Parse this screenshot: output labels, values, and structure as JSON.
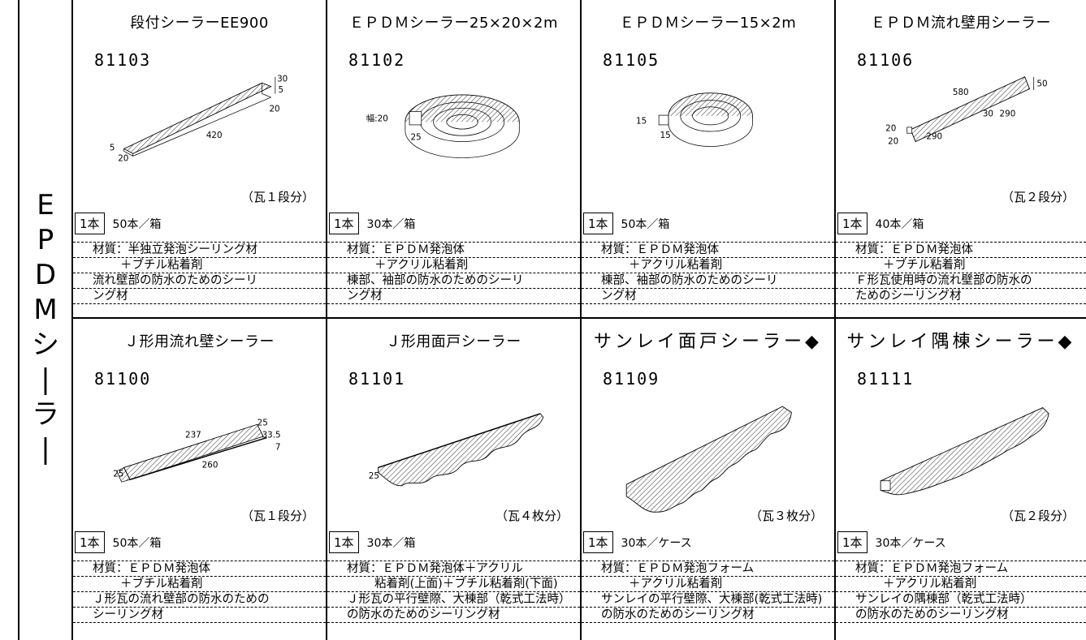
{
  "side_label": [
    "E",
    "P",
    "D",
    "M",
    "シ",
    "|",
    "ラ",
    "|"
  ],
  "pack_unit": "1本",
  "products": [
    {
      "title": "段付シーラーEE900",
      "code": "81103",
      "note": "（瓦１段分）",
      "pack": "50本／箱",
      "desc": [
        "材質：半独立発泡シーリング材",
        "＋ブチル粘着剤",
        "流れ壁部の防水のためのシーリ",
        "ング材"
      ],
      "dims": [
        "30",
        "5",
        "20",
        "420",
        "5",
        "20"
      ]
    },
    {
      "title": "ＥＰＤＭシーラー25×20×2m",
      "code": "81102",
      "note": "",
      "pack": "30本／箱",
      "desc": [
        "材質：ＥＰＤＭ発泡体",
        "＋アクリル粘着剤",
        "棟部、袖部の防水のためのシーリ",
        "ング材"
      ],
      "dims": [
        "幅:20",
        "25"
      ]
    },
    {
      "title": "ＥＰＤＭシーラー15×2m",
      "code": "81105",
      "note": "",
      "pack": "50本／箱",
      "desc": [
        "材質：ＥＰＤＭ発泡体",
        "＋アクリル粘着剤",
        "棟部、袖部の防水のためのシーリ",
        "ング材"
      ],
      "dims": [
        "15",
        "15"
      ]
    },
    {
      "title": "ＥＰＤＭ流れ壁用シーラー",
      "code": "81106",
      "note": "（瓦２段分）",
      "pack": "40本／箱",
      "desc": [
        "材質：ＥＰＤＭ発泡体",
        "＋ブチル粘着剤",
        "Ｆ形瓦使用時の流れ壁部の防水の",
        "ためのシーリング材"
      ],
      "dims": [
        "580",
        "50",
        "30",
        "290",
        "20",
        "20",
        "290"
      ]
    },
    {
      "title": "Ｊ形用流れ壁シーラー",
      "code": "81100",
      "note": "（瓦１段分）",
      "pack": "50本／箱",
      "desc": [
        "材質：ＥＰＤＭ発泡体",
        "＋ブチル粘着剤",
        "Ｊ形瓦の流れ壁部の防水のための",
        "シーリング材"
      ],
      "dims": [
        "25",
        "237",
        "33.5",
        "7",
        "25",
        "260"
      ]
    },
    {
      "title": "Ｊ形用面戸シーラー",
      "code": "81101",
      "note": "（瓦４枚分）",
      "pack": "30本／箱",
      "desc": [
        "材質：ＥＰＤＭ発泡体＋アクリル",
        "粘着剤(上面)＋ブチル粘着剤(下面)",
        "Ｊ形瓦の平行壁際、大棟部（乾式工法時）",
        "の防水のためのシーリング材"
      ],
      "dims": [
        "25"
      ]
    },
    {
      "title": "サンレイ面戸シーラー◆",
      "code": "81109",
      "note": "（瓦３枚分）",
      "pack": "30本／ケース",
      "desc": [
        "材質：ＥＰＤＭ発泡フォーム",
        "＋アクリル粘着剤",
        "サンレイの平行壁際、大棟部(乾式工法時)",
        "の防水のためのシーリング材"
      ],
      "dims": []
    },
    {
      "title": "サンレイ隅棟シーラー◆",
      "code": "81111",
      "note": "（瓦２段分）",
      "pack": "30本／ケース",
      "desc": [
        "材質：ＥＰＤＭ発泡フォーム",
        "＋アクリル粘着剤",
        "サンレイの隅棟部（乾式工法時）",
        "の防水のためのシーリング材"
      ],
      "dims": []
    }
  ]
}
